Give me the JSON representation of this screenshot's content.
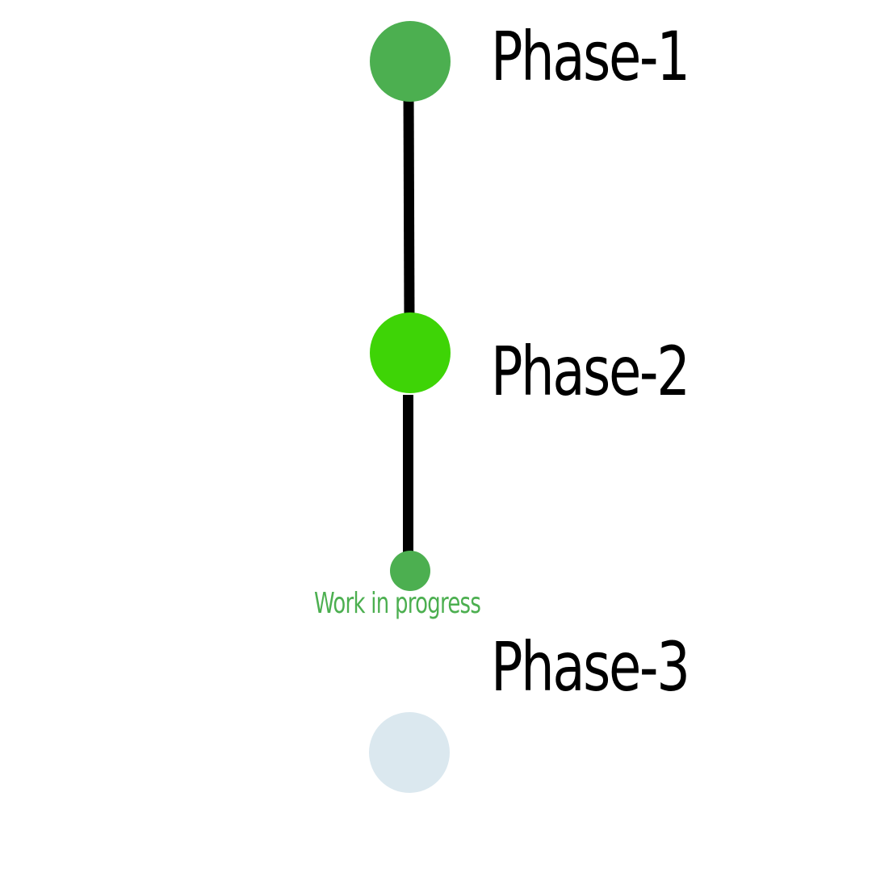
{
  "diagram": {
    "phases": [
      {
        "label": "Phase-1",
        "color": "#4caf50"
      },
      {
        "label": "Phase-2",
        "color": "#3ed406"
      },
      {
        "label": "Phase-3",
        "color": "#dbe8ef"
      }
    ],
    "progress": {
      "label": "Work in progress",
      "color": "#4caf50"
    },
    "connector_color": "#000000"
  }
}
